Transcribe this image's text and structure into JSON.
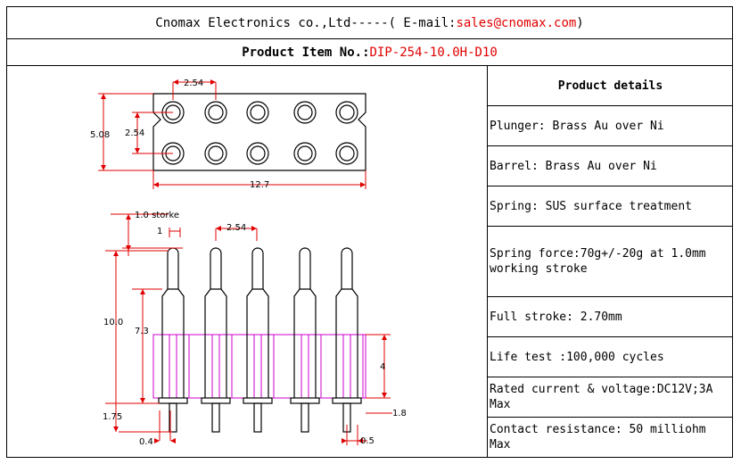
{
  "header": {
    "company": "Cnomax Electronics co.,Ltd",
    "dashes": "-----",
    "email_label": "( E-mail: ",
    "email": "sales@cnomax.com",
    "close": ")"
  },
  "item": {
    "label": "Product Item No.: ",
    "code": "DIP-254-10.0H-D10"
  },
  "drawing": {
    "top_view": {
      "pitch_x": "2.54",
      "pitch_y": "2.54",
      "height": "5.08",
      "width": "12.7"
    },
    "side_view": {
      "stroke": "1.0 storke",
      "tip": "1",
      "pitch": "2.54",
      "total_height": "10.0",
      "body_height": "7.3",
      "base_height": "4",
      "tail_length": "1.75",
      "pin_dia": "0.4",
      "flange": "1.8",
      "tail_width": "0.5"
    }
  },
  "details": {
    "title": "Product details",
    "rows": [
      "Plunger: Brass Au over Ni",
      "Barrel: Brass Au over Ni",
      "Spring: SUS surface treatment",
      "Spring force:70g+/-20g at 1.0mm working stroke",
      "Full stroke: 2.70mm",
      "Life test :100,000 cycles",
      "Rated current & voltage:DC12V;3A Max",
      "Contact resistance: 50 milliohm Max"
    ]
  }
}
